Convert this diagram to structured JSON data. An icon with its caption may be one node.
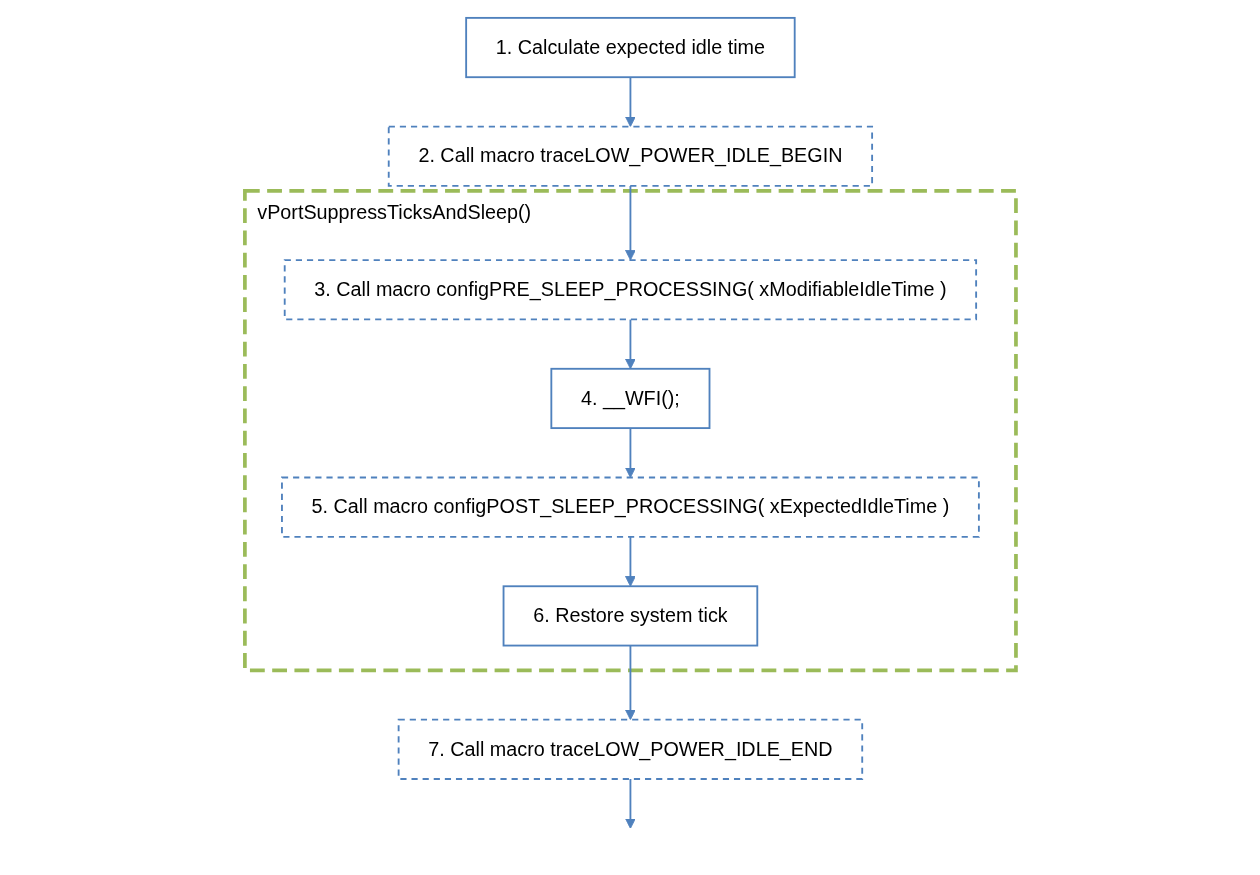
{
  "diagram": {
    "nodes": [
      {
        "text": [
          "1. Calculate expected idle time"
        ]
      },
      {
        "text": [
          "2. Call macro traceLOW_POWER_IDLE_BEGIN"
        ]
      },
      {
        "text": [
          "vPortSuppressTicksAndSleep()"
        ]
      },
      {
        "text": [
          "3. Call macro configPRE_SLEEP_PROCESSING(  xModifiableIdleTime )"
        ],
        "in": 2
      },
      {
        "text": [
          "4. __WFI();"
        ],
        "in": 2
      },
      {
        "text": [
          "5. Call macro configPOST_SLEEP_PROCESSING(  xExpectedIdleTime )"
        ],
        "in": 2
      },
      {
        "text": [
          "6. Restore system tick"
        ],
        "in": 2
      },
      {
        "text": [
          "7. Call macro traceLOW_POWER_IDLE_END"
        ]
      }
    ],
    "edges": [
      {
        "from": 0,
        "to": 1,
        "arrow": "to"
      },
      {
        "from": 1,
        "to": 3,
        "arrow": "to"
      },
      {
        "from": 3,
        "to": 4,
        "arrow": "to"
      },
      {
        "from": 4,
        "to": 5,
        "arrow": "to"
      },
      {
        "from": 5,
        "to": 6,
        "arrow": "to"
      },
      {
        "from": 6,
        "to": 7,
        "arrow": "to"
      },
      {
        "from": 7,
        "to": null,
        "arrow": "to"
      }
    ]
  }
}
